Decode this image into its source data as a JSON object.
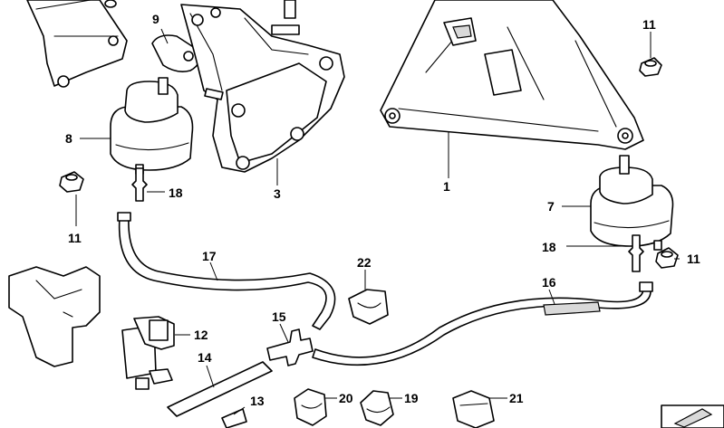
{
  "callouts": {
    "c1": "1",
    "c3": "3",
    "c7": "7",
    "c8": "8",
    "c9": "9",
    "c11a": "11",
    "c11b": "11",
    "c11c": "11",
    "c12": "12",
    "c13": "13",
    "c14": "14",
    "c15": "15",
    "c16": "16",
    "c17": "17",
    "c18a": "18",
    "c18b": "18",
    "c19": "19",
    "c20": "20",
    "c21": "21",
    "c22": "22"
  }
}
